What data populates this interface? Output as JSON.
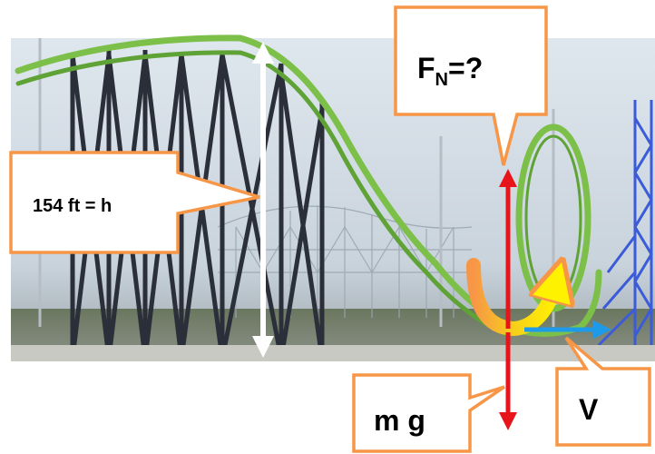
{
  "labels": {
    "height": "154 ft = h",
    "normal_force_main": "F",
    "normal_force_sub": "N",
    "normal_force_tail": "=?",
    "weight": "m g",
    "velocity": "V"
  },
  "colors": {
    "callout_border": "#f79646",
    "callout_fill": "#ffffff",
    "force_arrow": "#e8141b",
    "velocity_arrow": "#1e9be8",
    "height_arrow": "#ffffff",
    "track": "#7cc04a",
    "structure": "#2b2f3a",
    "sky": "#d9e2ea"
  },
  "icons": [
    "roller-coaster-photo",
    "height-arrow",
    "normal-force-arrow",
    "weight-arrow",
    "velocity-arrow",
    "path-arc"
  ]
}
